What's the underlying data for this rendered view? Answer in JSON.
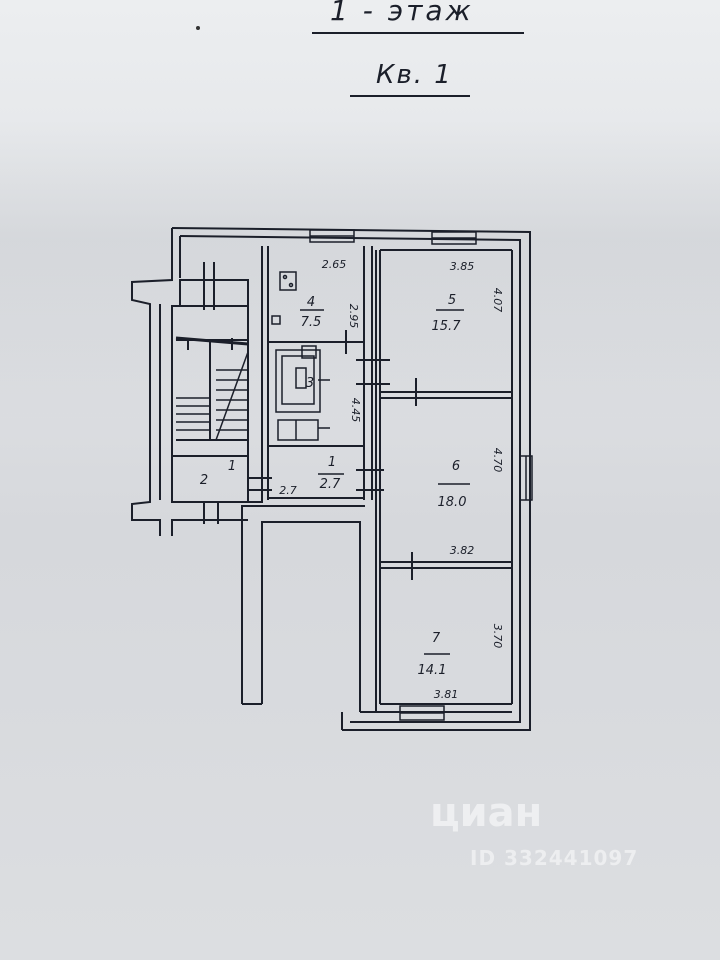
{
  "header": {
    "floor": "1 - этаж",
    "apartment": "Кв. 1"
  },
  "rooms": [
    {
      "id": "r1",
      "number": "1",
      "area": "2.7"
    },
    {
      "id": "r2",
      "number": "2",
      "area": "1"
    },
    {
      "id": "r3",
      "number": "3",
      "area": ""
    },
    {
      "id": "r4",
      "number": "4",
      "area": "7.5"
    },
    {
      "id": "r5",
      "number": "5",
      "area": "15.7"
    },
    {
      "id": "r6",
      "number": "6",
      "area": "18.0"
    },
    {
      "id": "r7",
      "number": "7",
      "area": "14.1"
    }
  ],
  "dimensions": {
    "kitchen_top": "2.65",
    "kitchen_side": "2.95",
    "bath_side": "4.45",
    "hall_bottom": "2.7",
    "room5_top": "3.85",
    "room5_side": "4.07",
    "room6_side": "4.70",
    "room6_bottom": "3.82",
    "room7_side": "3.70",
    "room7_bottom": "3.81"
  },
  "watermark": {
    "brand": "циан",
    "id": "ID 332441097"
  }
}
